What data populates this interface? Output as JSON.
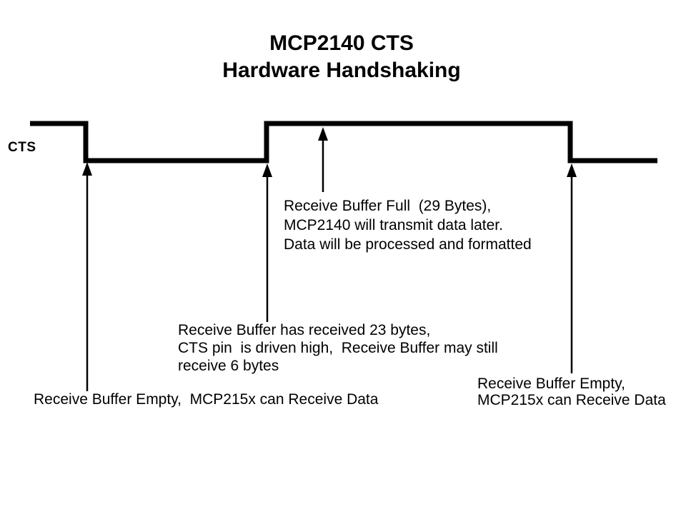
{
  "colors": {
    "background": "#ffffff",
    "ink": "#000000"
  },
  "title": {
    "line1": "MCP2140 CTS",
    "line2": "Hardware Handshaking"
  },
  "waveform": {
    "signal_label": "CTS",
    "states": [
      "high",
      "low",
      "high",
      "low"
    ]
  },
  "annotations": {
    "buffer_full": {
      "text": "Receive Buffer Full  (29 Bytes),\nMCP2140 will transmit data later.\nData will be processed and formatted"
    },
    "received_23": {
      "text": "Receive Buffer has received 23 bytes,\nCTS pin  is driven high,  Receive Buffer may still\nreceive 6 bytes"
    },
    "empty_left": {
      "text": "Receive Buffer Empty,  MCP215x can Receive Data"
    },
    "empty_right": {
      "text": "Receive Buffer Empty,\nMCP215x can Receive Data"
    }
  }
}
